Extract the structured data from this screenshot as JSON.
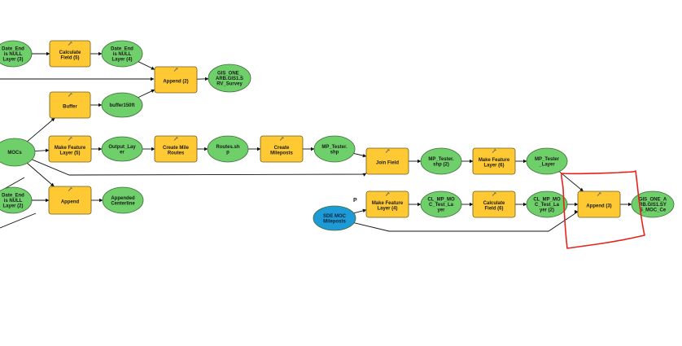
{
  "colors": {
    "tool_fill": "#FFC933",
    "tool_stroke": "#6b5a1e",
    "data_fill": "#6FCF6A",
    "data_stroke": "#3a6b37",
    "input_fill": "#1E9BD7",
    "connector": "#111111",
    "highlight": "#E8211B"
  },
  "nodes": [
    {
      "id": "date_end_null_3",
      "kind": "data",
      "lines": [
        "Date_End",
        "is NULL",
        "Layer (3)"
      ]
    },
    {
      "id": "calc_field_5",
      "kind": "tool",
      "lines": [
        "Calculate",
        "Field (5)"
      ]
    },
    {
      "id": "date_end_null_4",
      "kind": "data",
      "lines": [
        "Date_End",
        "is NULL",
        "Layer (4)"
      ]
    },
    {
      "id": "append_2",
      "kind": "tool",
      "lines": [
        "Append (2)"
      ]
    },
    {
      "id": "gis_one_arb",
      "kind": "data",
      "lines": [
        "GIS_ONE_",
        "ARB.GIS1.S",
        "RV_Survey"
      ]
    },
    {
      "id": "buffer",
      "kind": "tool",
      "lines": [
        "Buffer"
      ]
    },
    {
      "id": "buffer_50ft",
      "kind": "data",
      "lines": [
        "buffer150ft"
      ]
    },
    {
      "id": "mocs",
      "kind": "data",
      "lines": [
        "MOCs"
      ]
    },
    {
      "id": "make_feature_layer_5",
      "kind": "tool",
      "lines": [
        "Make Feature",
        "Layer (5)"
      ]
    },
    {
      "id": "output_layer",
      "kind": "data",
      "lines": [
        "Output_Lay",
        "er"
      ]
    },
    {
      "id": "create_mile_routes",
      "kind": "tool",
      "lines": [
        "Create Mile",
        "Routes"
      ]
    },
    {
      "id": "routes_shp",
      "kind": "data",
      "lines": [
        "Routes.sh",
        "p"
      ]
    },
    {
      "id": "create_mileposts",
      "kind": "tool",
      "lines": [
        "Create",
        "Mileposts"
      ]
    },
    {
      "id": "mp_tester_shp",
      "kind": "data",
      "lines": [
        "MP_Tester.",
        "shp"
      ]
    },
    {
      "id": "join_field",
      "kind": "tool",
      "lines": [
        "Join Field"
      ]
    },
    {
      "id": "mp_tester_shp_2",
      "kind": "data",
      "lines": [
        "MP_Tester.",
        "shp (2)"
      ]
    },
    {
      "id": "make_feature_layer_6",
      "kind": "tool",
      "lines": [
        "Make Feature",
        "Layer (6)"
      ]
    },
    {
      "id": "mp_tester_layer",
      "kind": "data",
      "lines": [
        "MP_Tester",
        "_Layer"
      ]
    },
    {
      "id": "date_end_null_2",
      "kind": "data",
      "lines": [
        "Date_End",
        "is NULL",
        "Layer (2)"
      ]
    },
    {
      "id": "append",
      "kind": "tool",
      "lines": [
        "Append"
      ]
    },
    {
      "id": "appended_centerline",
      "kind": "data",
      "lines": [
        "Appended",
        "Centerline"
      ]
    },
    {
      "id": "sde_moc_mileposts",
      "kind": "input",
      "lines": [
        "SDE MOC",
        "Mileposts"
      ]
    },
    {
      "id": "make_feature_layer_4",
      "kind": "tool",
      "lines": [
        "Make Feature",
        "Layer (4)"
      ]
    },
    {
      "id": "cl_mp_moc_test_layer",
      "kind": "data",
      "lines": [
        "CL_MP_MO",
        "C_Test_La",
        "yer"
      ]
    },
    {
      "id": "calc_field_6",
      "kind": "tool",
      "lines": [
        "Calculate",
        "Field (6)"
      ]
    },
    {
      "id": "cl_mp_moc_test_layer_2",
      "kind": "data",
      "lines": [
        "CL_MP_MO",
        "C_Test_La",
        "yer (2)"
      ]
    },
    {
      "id": "append_3",
      "kind": "tool",
      "lines": [
        "Append (3)"
      ]
    },
    {
      "id": "gis_one_arb_moc",
      "kind": "data",
      "lines": [
        "GIS_ONE_A",
        "RB.GIS1.SY",
        "S_MOC_Ce"
      ]
    }
  ],
  "edges": [
    [
      "date_end_null_3",
      "calc_field_5"
    ],
    [
      "calc_field_5",
      "date_end_null_4"
    ],
    [
      "date_end_null_4",
      "append_2"
    ],
    [
      "append_2",
      "gis_one_arb"
    ],
    [
      "mocs",
      "buffer"
    ],
    [
      "buffer",
      "buffer_50ft"
    ],
    [
      "buffer_50ft",
      "append_2"
    ],
    [
      "mocs",
      "make_feature_layer_5"
    ],
    [
      "make_feature_layer_5",
      "output_layer"
    ],
    [
      "output_layer",
      "create_mile_routes"
    ],
    [
      "create_mile_routes",
      "routes_shp"
    ],
    [
      "routes_shp",
      "create_mileposts"
    ],
    [
      "create_mileposts",
      "mp_tester_shp"
    ],
    [
      "mp_tester_shp",
      "join_field"
    ],
    [
      "mocs",
      "join_field"
    ],
    [
      "join_field",
      "mp_tester_shp_2"
    ],
    [
      "mp_tester_shp_2",
      "make_feature_layer_6"
    ],
    [
      "make_feature_layer_6",
      "mp_tester_layer"
    ],
    [
      "mp_tester_layer",
      "append_3"
    ],
    [
      "mocs",
      "append"
    ],
    [
      "date_end_null_2",
      "append"
    ],
    [
      "append",
      "appended_centerline"
    ],
    [
      "sde_moc_mileposts",
      "make_feature_layer_4"
    ],
    [
      "make_feature_layer_4",
      "cl_mp_moc_test_layer"
    ],
    [
      "cl_mp_moc_test_layer",
      "calc_field_6"
    ],
    [
      "calc_field_6",
      "cl_mp_moc_test_layer_2"
    ],
    [
      "cl_mp_moc_test_layer_2",
      "append_3"
    ],
    [
      "sde_moc_mileposts",
      "append_3"
    ],
    [
      "append_3",
      "gis_one_arb_moc"
    ]
  ],
  "param_marker": "P"
}
